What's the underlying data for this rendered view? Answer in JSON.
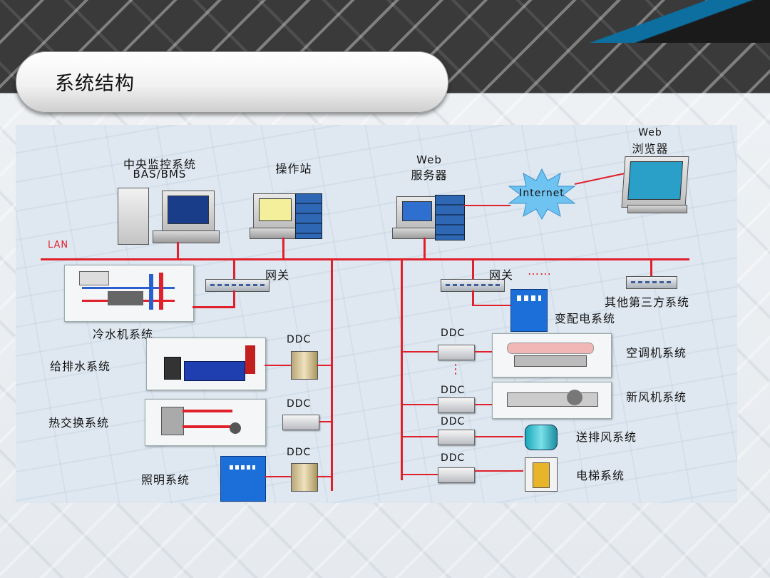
{
  "slide": {
    "title": "系统结构"
  },
  "diagram": {
    "lan_label": "LAN",
    "nodes": {
      "central": {
        "line1": "中央监控系统",
        "line2": "BAS/BMS"
      },
      "operator_station": {
        "label": "操作站"
      },
      "web_server": {
        "line1": "Web",
        "line2": "服务器"
      },
      "internet": {
        "label": "Internet"
      },
      "web_browser": {
        "line1": "Web",
        "line2": "浏览器"
      },
      "gateway_left": {
        "label": "网关"
      },
      "gateway_right": {
        "label": "网关"
      },
      "gateway_dots": {
        "label": "……"
      },
      "third_party": {
        "label": "其他第三方系统"
      },
      "chiller": {
        "label": "冷水机系统"
      },
      "substation": {
        "label": "变配电系统"
      },
      "water": {
        "label": "给排水系统"
      },
      "heat_exchange": {
        "label": "热交换系统"
      },
      "lighting": {
        "label": "照明系统"
      },
      "ac_unit": {
        "label": "空调机系统"
      },
      "fresh_air": {
        "label": "新风机系统"
      },
      "ventilation": {
        "label": "送排风系统"
      },
      "elevator": {
        "label": "电梯系统"
      }
    },
    "ddc_label": "DDC",
    "ddc_dots": "⋮"
  },
  "colors": {
    "bus_line": "#e0202a",
    "title_bar": "#3a3a3a",
    "accent_blue": "#0d6ea0"
  }
}
